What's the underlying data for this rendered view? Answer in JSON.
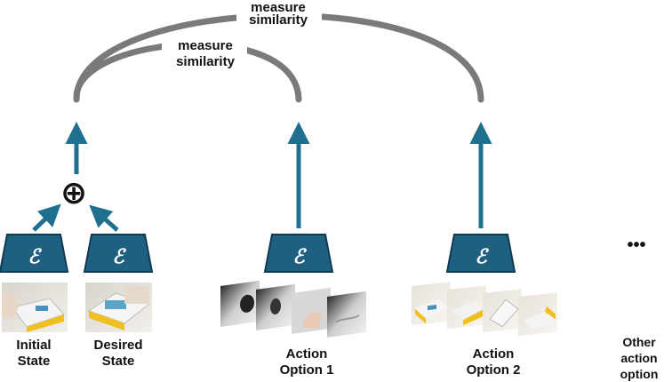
{
  "similarity_label_outer": [
    "measure",
    "similarity"
  ],
  "similarity_label_inner": [
    "measure",
    "similarity"
  ],
  "combine_symbol": "⊕",
  "encoder_symbol": "ℰ",
  "ellipsis": "•••",
  "labels": {
    "initial_state": [
      "Initial",
      "State"
    ],
    "desired_state": [
      "Desired",
      "State"
    ],
    "action_option_1": [
      "Action",
      "Option 1"
    ],
    "action_option_2": [
      "Action",
      "Option 2"
    ],
    "other_action_option": [
      "Other",
      "action",
      "option"
    ]
  },
  "colors": {
    "encoder_fill": "#1f5f7f",
    "encoder_stroke": "#0e3b52",
    "arrow": "#1f6f8f",
    "arc": "#7a7a7a"
  }
}
